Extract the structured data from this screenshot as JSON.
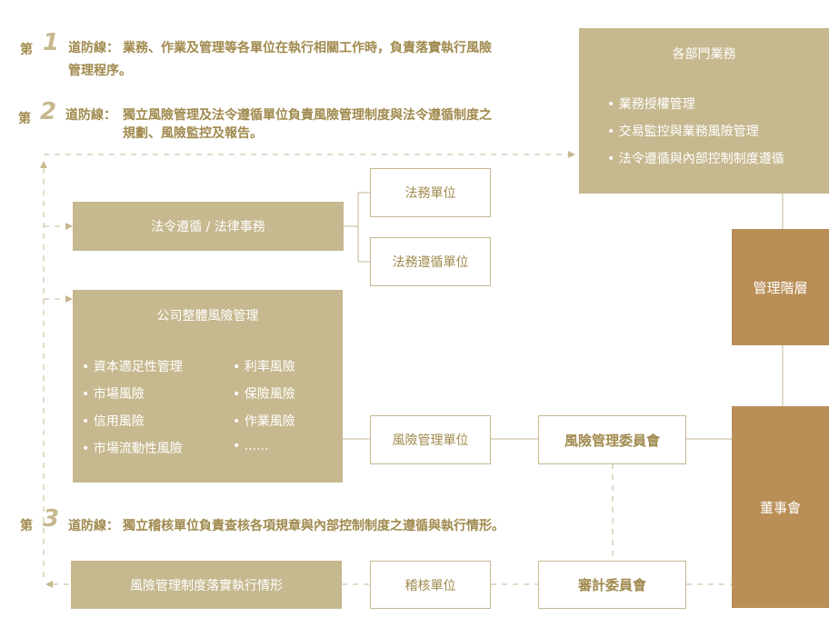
{
  "lines": [
    {
      "prefix": "第",
      "num": "1",
      "label": "道防線：",
      "text1": "業務、作業及管理等各單位在執行相關工作時，負責落實執行風險",
      "text2": "管理程序。"
    },
    {
      "prefix": "第",
      "num": "2",
      "label": "道防線：",
      "text1": "獨立風險管理及法令遵循單位負責風險管理制度與法令遵循制度之",
      "text2": "規劃、風險監控及報告。"
    },
    {
      "prefix": "第",
      "num": "3",
      "label": "道防線：",
      "text1": "獨立稽核單位負責查核各項規章與內部控制制度之遵循與執行情形。",
      "text2": ""
    }
  ],
  "dept": {
    "title": "各部門業務",
    "items": [
      "• 業務授權管理",
      "• 交易監控與業務風險管理",
      "• 法令遵循與內部控制制度遵循"
    ]
  },
  "boxes": {
    "compliance": "法令遵循 / 法律事務",
    "legal_unit": "法務單位",
    "legal_compliance_unit": "法務遵循單位",
    "mgmt": "管理階層",
    "board": "董事會",
    "risk_unit": "風險管理單位",
    "risk_committee": "風險管理委員會",
    "audit_unit": "稽核單位",
    "audit_committee": "審計委員會",
    "risk_exec": "風險管理制度落實執行情形"
  },
  "company_risk": {
    "title": "公司整體風險管理",
    "left": [
      "• 資本適足性管理",
      "• 市場風險",
      "• 信用風險",
      "• 市場流動性風險"
    ],
    "right": [
      "• 利率風險",
      "• 保險風險",
      "• 作業風險",
      "• ......"
    ]
  },
  "colors": {
    "tan": "#c6b88f",
    "brown": "#b98e57",
    "text": "#a08a4e"
  }
}
